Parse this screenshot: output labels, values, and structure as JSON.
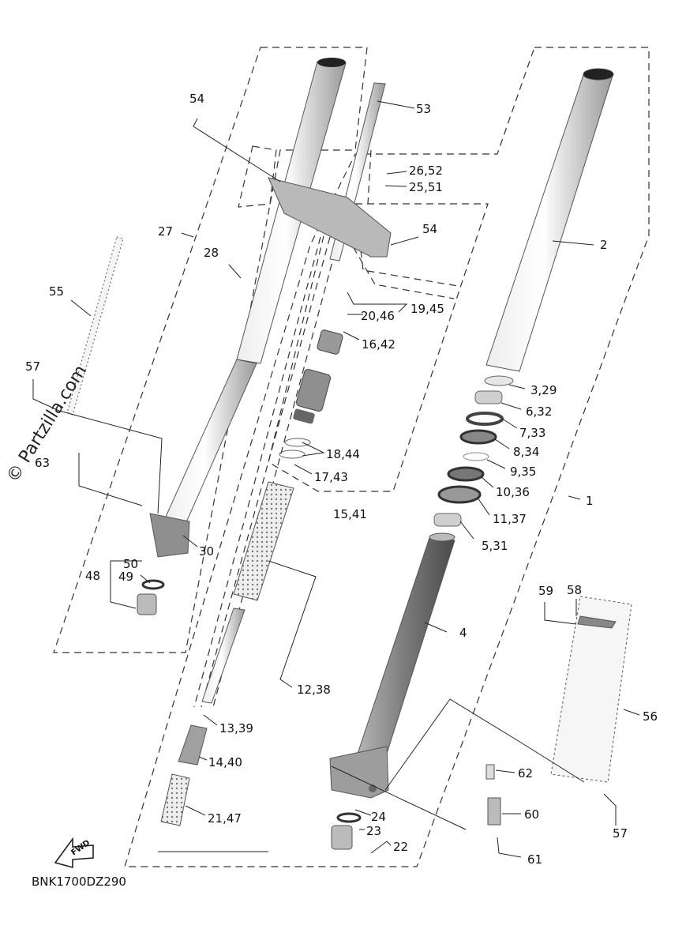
{
  "diagram_code": "BNK1700DZ290",
  "watermark": "© Partzilla.com",
  "fwd_label": "FWD",
  "callouts": [
    {
      "id": "c54a",
      "text": "54"
    },
    {
      "id": "c53",
      "text": "53"
    },
    {
      "id": "c2652",
      "text": "26,52"
    },
    {
      "id": "c2551",
      "text": "25,51"
    },
    {
      "id": "c27",
      "text": "27"
    },
    {
      "id": "c28",
      "text": "28"
    },
    {
      "id": "c54b",
      "text": "54"
    },
    {
      "id": "c2",
      "text": "2"
    },
    {
      "id": "c55",
      "text": "55"
    },
    {
      "id": "c1945",
      "text": "19,45"
    },
    {
      "id": "c2046",
      "text": "20,46"
    },
    {
      "id": "c1642",
      "text": "16,42"
    },
    {
      "id": "c57a",
      "text": "57"
    },
    {
      "id": "c329",
      "text": "3,29"
    },
    {
      "id": "c632",
      "text": "6,32"
    },
    {
      "id": "c733",
      "text": "7,33"
    },
    {
      "id": "c834",
      "text": "8,34"
    },
    {
      "id": "c1844",
      "text": "18,44"
    },
    {
      "id": "c63",
      "text": "63"
    },
    {
      "id": "c935",
      "text": "9,35"
    },
    {
      "id": "c1743",
      "text": "17,43"
    },
    {
      "id": "c1036",
      "text": "10,36"
    },
    {
      "id": "c1",
      "text": "1"
    },
    {
      "id": "c1541",
      "text": "15,41"
    },
    {
      "id": "c1137",
      "text": "11,37"
    },
    {
      "id": "c531",
      "text": "5,31"
    },
    {
      "id": "c30",
      "text": "30"
    },
    {
      "id": "c50",
      "text": "50"
    },
    {
      "id": "c48",
      "text": "48"
    },
    {
      "id": "c49",
      "text": "49"
    },
    {
      "id": "c59",
      "text": "59"
    },
    {
      "id": "c58",
      "text": "58"
    },
    {
      "id": "c4",
      "text": "4"
    },
    {
      "id": "c1238",
      "text": "12,38"
    },
    {
      "id": "c56",
      "text": "56"
    },
    {
      "id": "c1339",
      "text": "13,39"
    },
    {
      "id": "c1440",
      "text": "14,40"
    },
    {
      "id": "c62",
      "text": "62"
    },
    {
      "id": "c2147",
      "text": "21,47"
    },
    {
      "id": "c24",
      "text": "24"
    },
    {
      "id": "c60",
      "text": "60"
    },
    {
      "id": "c23",
      "text": "23"
    },
    {
      "id": "c57b",
      "text": "57"
    },
    {
      "id": "c22",
      "text": "22"
    },
    {
      "id": "c61",
      "text": "61"
    }
  ]
}
